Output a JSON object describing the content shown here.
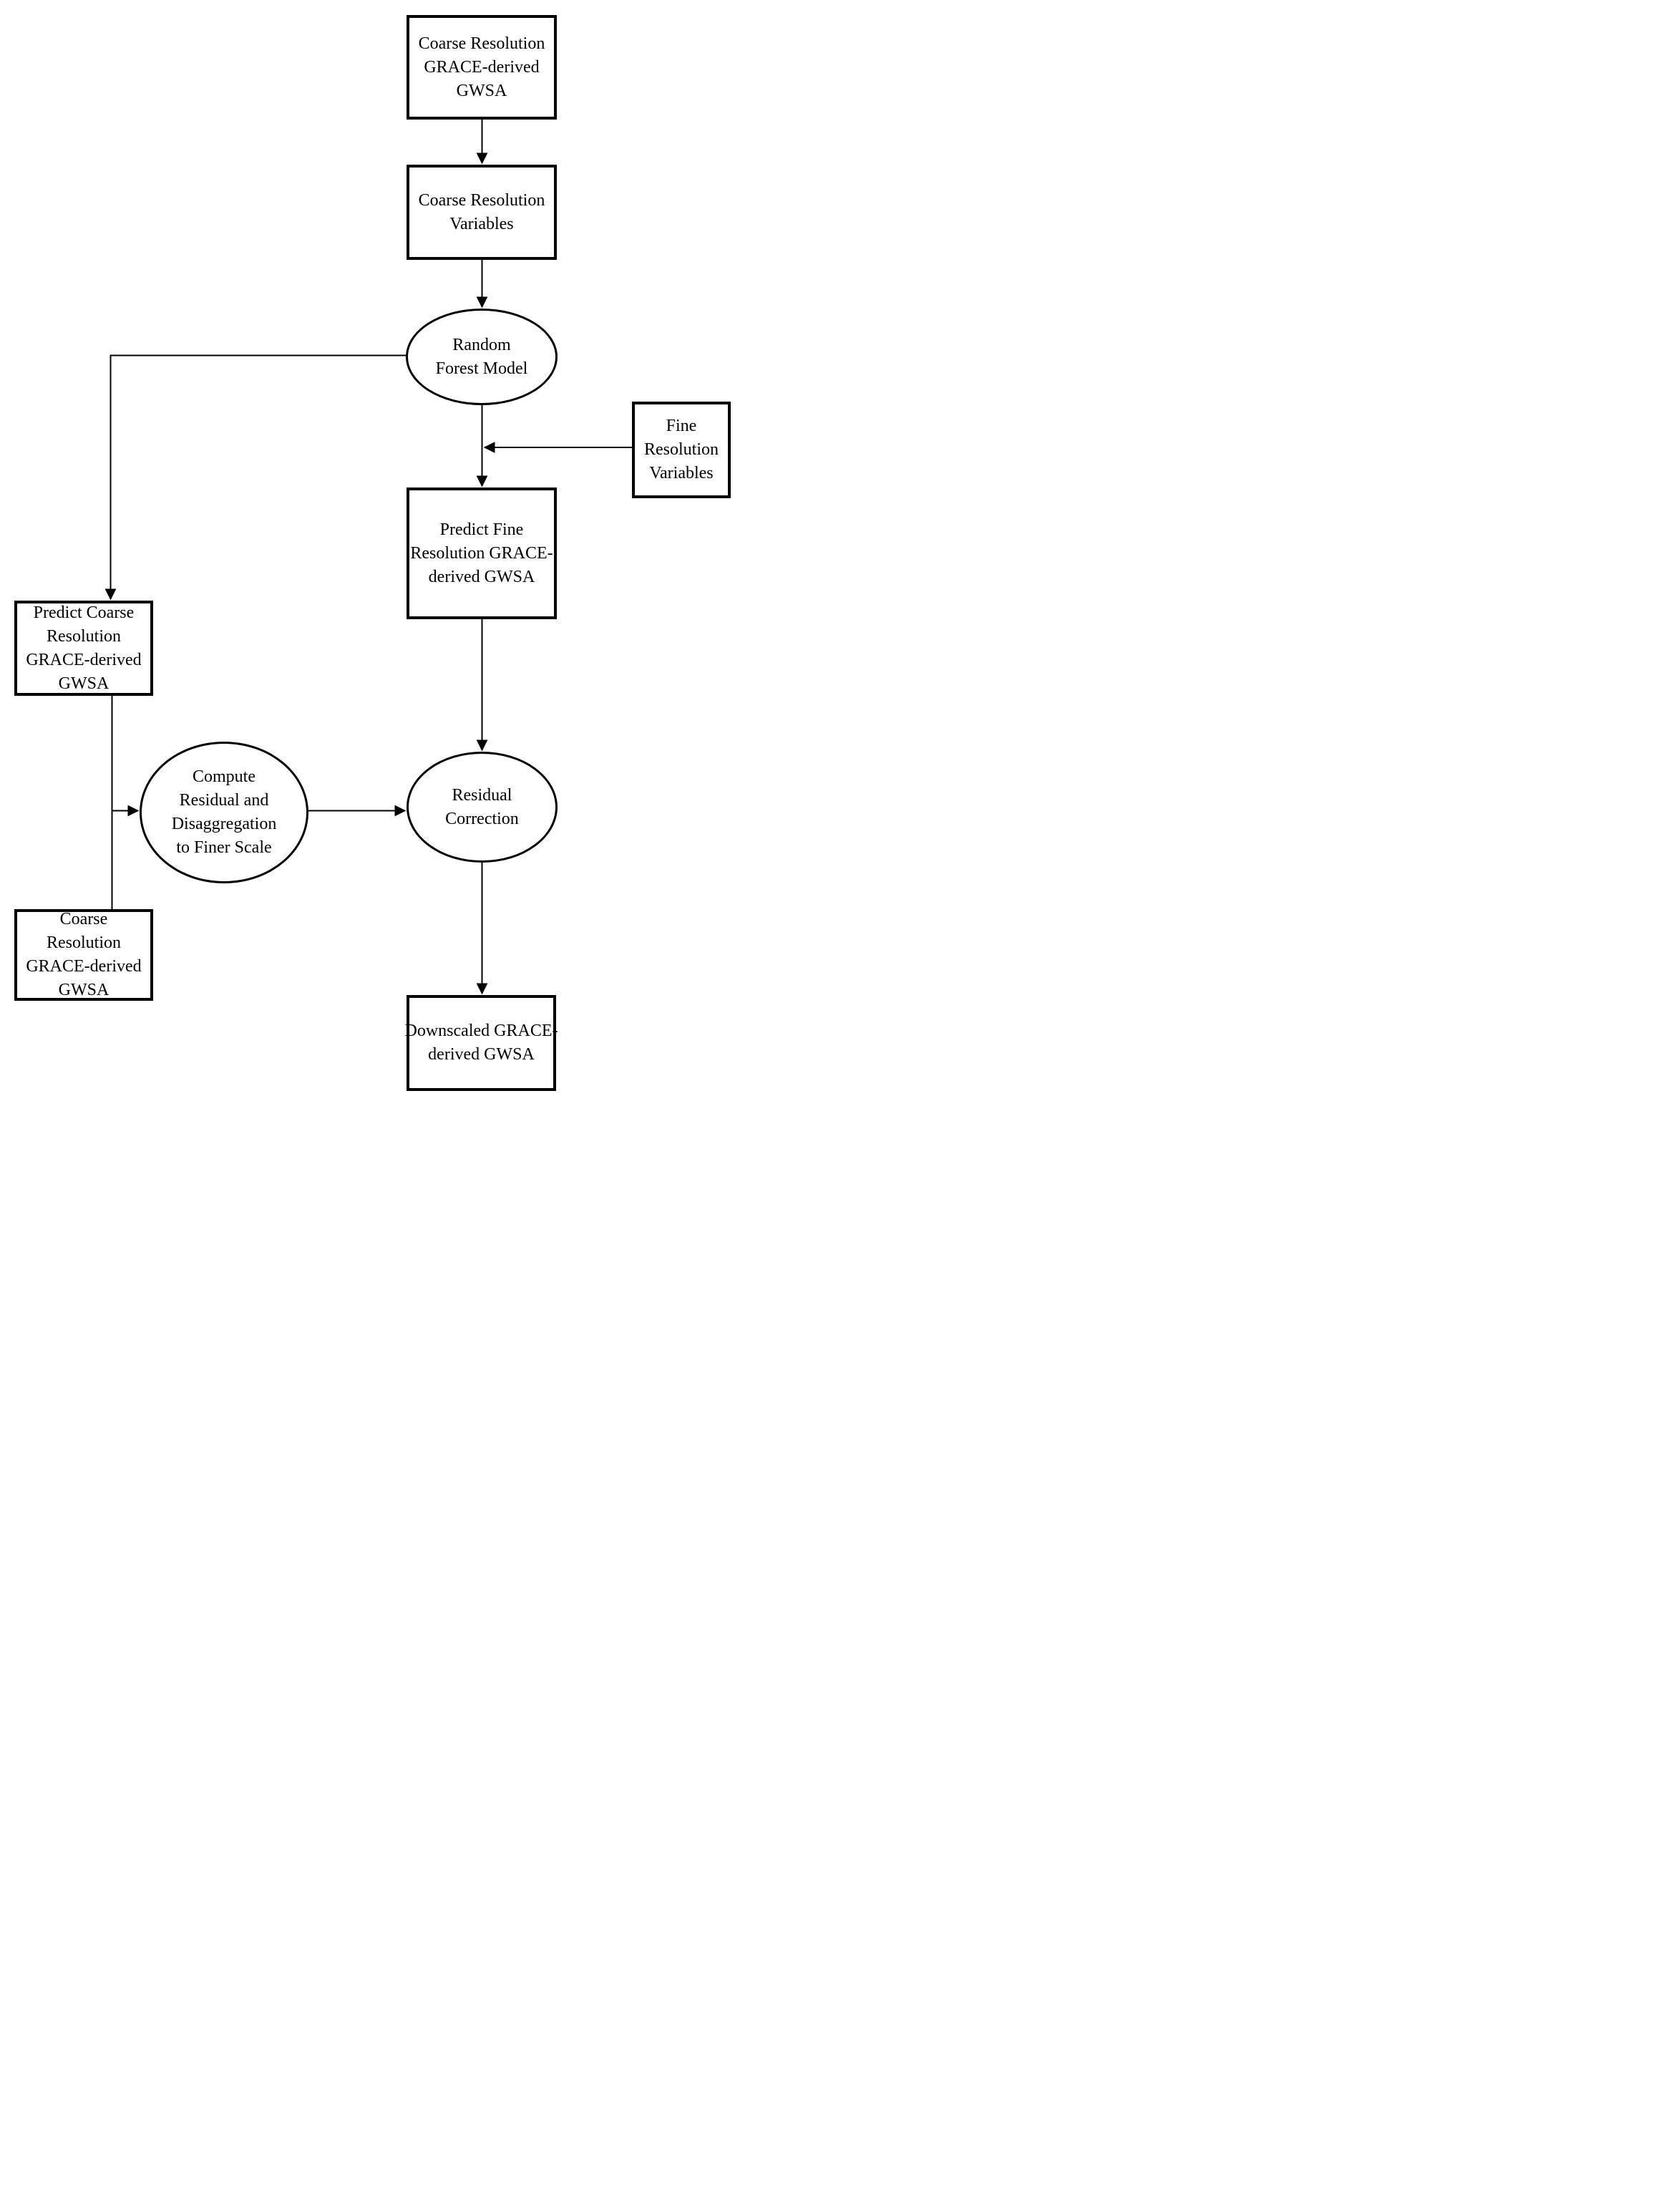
{
  "diagram": {
    "colors": {
      "stroke": "#000000",
      "background": "#ffffff",
      "text": "#000000"
    },
    "nodes": {
      "coarse_gwsa_top": {
        "shape": "rectangle",
        "label": [
          "Coarse Resolution",
          "GRACE-derived",
          "GWSA"
        ]
      },
      "coarse_variables": {
        "shape": "rectangle",
        "label": [
          "Coarse Resolution",
          "Variables"
        ]
      },
      "random_forest": {
        "shape": "ellipse",
        "label": [
          "Random",
          "Forest Model"
        ]
      },
      "fine_variables": {
        "shape": "rectangle",
        "label": [
          "Fine",
          "Resolution",
          "Variables"
        ]
      },
      "predict_fine": {
        "shape": "rectangle",
        "label": [
          "Predict Fine",
          "Resolution GRACE-",
          "derived GWSA"
        ]
      },
      "predict_coarse": {
        "shape": "rectangle",
        "label": [
          "Predict Coarse",
          "Resolution",
          "GRACE-derived",
          "GWSA"
        ]
      },
      "compute_residual": {
        "shape": "ellipse",
        "label": [
          "Compute",
          "Residual and",
          "Disaggregation",
          "to Finer Scale"
        ]
      },
      "residual_correction": {
        "shape": "ellipse",
        "label": [
          "Residual",
          "Correction"
        ]
      },
      "coarse_gwsa_bottom": {
        "shape": "rectangle",
        "label": [
          "Coarse",
          "Resolution",
          "GRACE-derived",
          "GWSA"
        ]
      },
      "downscaled_gwsa": {
        "shape": "rectangle",
        "label": [
          "Downscaled GRACE-",
          "derived GWSA"
        ]
      }
    },
    "edges": [
      {
        "from": "coarse_gwsa_top",
        "to": "coarse_variables",
        "type": "arrow"
      },
      {
        "from": "coarse_variables",
        "to": "random_forest",
        "type": "arrow"
      },
      {
        "from": "random_forest",
        "to": "predict_fine",
        "type": "arrow"
      },
      {
        "from": "fine_variables",
        "to": "predict_fine",
        "type": "arrow"
      },
      {
        "from": "random_forest",
        "to": "predict_coarse",
        "type": "arrow"
      },
      {
        "from": "predict_coarse",
        "to": "compute_residual",
        "type": "arrow"
      },
      {
        "from": "coarse_gwsa_bottom",
        "to": "compute_residual",
        "type": "arrow"
      },
      {
        "from": "compute_residual",
        "to": "residual_correction",
        "type": "arrow"
      },
      {
        "from": "predict_fine",
        "to": "residual_correction",
        "type": "arrow"
      },
      {
        "from": "residual_correction",
        "to": "downscaled_gwsa",
        "type": "arrow"
      }
    ]
  }
}
